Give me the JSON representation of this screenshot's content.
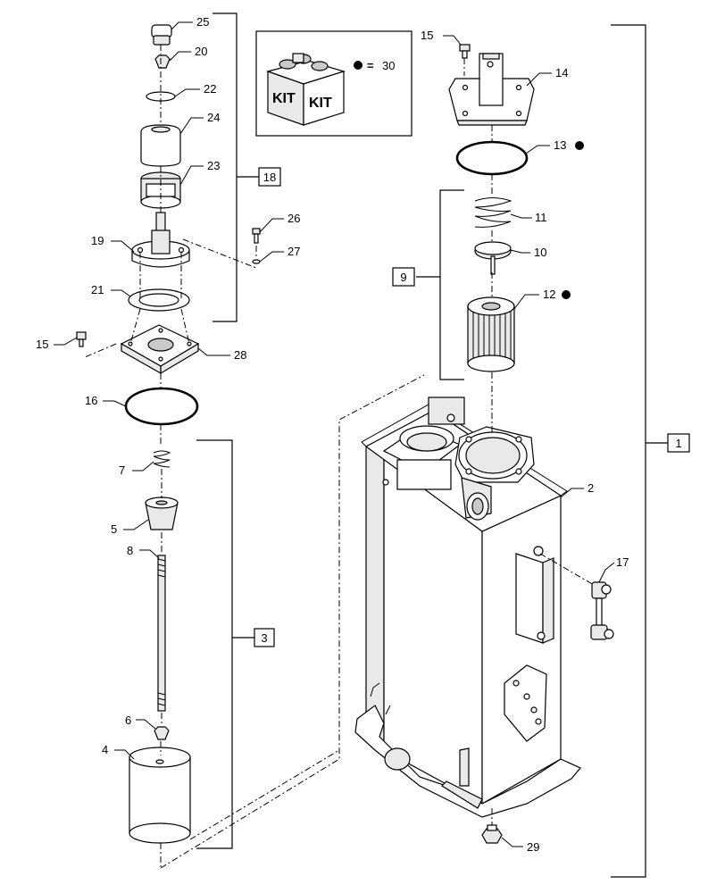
{
  "kit": {
    "word_a": "KIT",
    "word_b": "KIT",
    "equals": "=",
    "number": "30"
  },
  "callouts": {
    "c25": "25",
    "c20": "20",
    "c22": "22",
    "c24": "24",
    "c23": "23",
    "c18": "18",
    "c26": "26",
    "c19": "19",
    "c27": "27",
    "c21": "21",
    "c15a": "15",
    "c28": "28",
    "c16": "16",
    "c7": "7",
    "c5": "5",
    "c3": "3",
    "c8": "8",
    "c6": "6",
    "c4": "4",
    "c15b": "15",
    "c14": "14",
    "c13": "13",
    "c11": "11",
    "c10": "10",
    "c9": "9",
    "c12": "12",
    "c2": "2",
    "c1": "1",
    "c17": "17",
    "c29": "29"
  },
  "colors": {
    "line": "#000000",
    "fill_light": "#e9e9e9",
    "fill_mid": "#c9c9c9",
    "background": "#ffffff"
  }
}
